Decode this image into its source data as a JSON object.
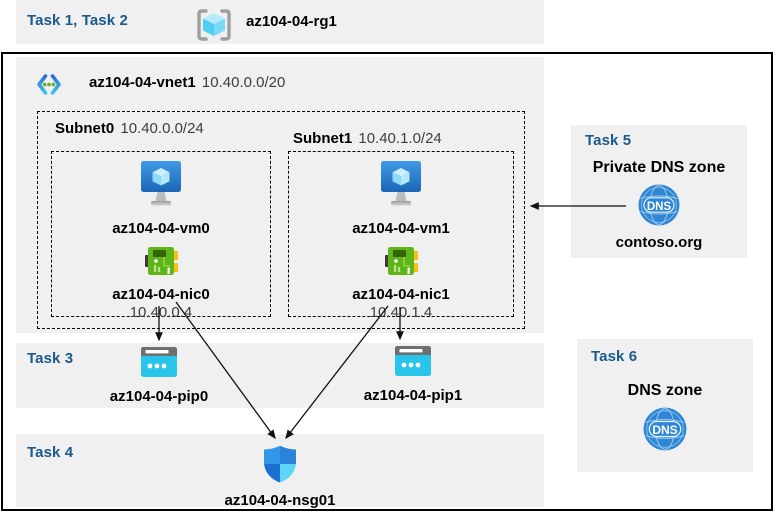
{
  "top": {
    "tasks_label": "Task 1, Task 2",
    "rg_name": "az104-04-rg1"
  },
  "vnet": {
    "name": "az104-04-vnet1",
    "cidr": "10.40.0.0/20"
  },
  "subnets": [
    {
      "name": "Subnet0",
      "cidr": "10.40.0.0/24",
      "vm_name": "az104-04-vm0",
      "nic_name": "az104-04-nic0",
      "nic_ip": "10.40.0.4"
    },
    {
      "name": "Subnet1",
      "cidr": "10.40.1.0/24",
      "vm_name": "az104-04-vm1",
      "nic_name": "az104-04-nic1",
      "nic_ip": "10.40.1.4"
    }
  ],
  "task3": {
    "label": "Task 3",
    "pip0_name": "az104-04-pip0",
    "pip1_name": "az104-04-pip1"
  },
  "task4": {
    "label": "Task 4",
    "nsg_name": "az104-04-nsg01"
  },
  "task5": {
    "label": "Task 5",
    "title": "Private DNS zone",
    "zone_name": "contoso.org",
    "dns_icon_text": "DNS"
  },
  "task6": {
    "label": "Task 6",
    "title": "DNS zone",
    "dns_icon_text": "DNS"
  },
  "colors": {
    "band_background": "#f0f0f0",
    "task_label_blue": "#1a5a8c",
    "secondary_text": "#3d3d3d",
    "arrow_black": "#111111",
    "azure_blue": "#2b7cd3",
    "cyan_accent": "#29c4ea",
    "nic_green": "#5db516",
    "dns_globe_blue": "#2e86d4"
  }
}
